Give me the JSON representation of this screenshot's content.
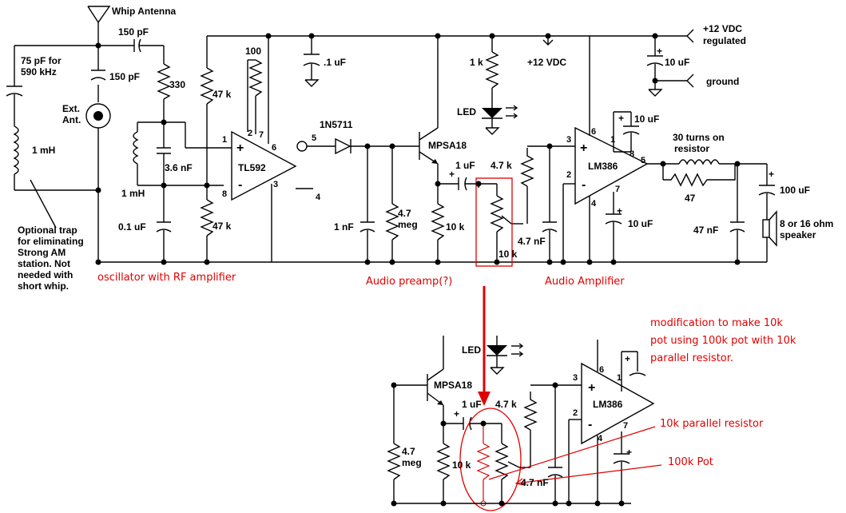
{
  "top": {
    "antenna": "Whip Antenna",
    "c150a": "150 pF",
    "c150b": "150 pF",
    "c75_1": "75 pF for",
    "c75_2": "590 kHz",
    "ext1": "Ext.",
    "ext2": "Ant.",
    "l1": "1 mH",
    "note": [
      "Optional trap",
      "for eliminating",
      "Strong AM",
      "station. Not",
      "needed with",
      "short whip."
    ],
    "r330": "330",
    "r100": "100",
    "r47k_a": "47 k",
    "r47k_b": "47 k",
    "c36": "3.6 nF",
    "l2": "1 mH",
    "c01": "0.1 uF",
    "ic1": "TL592",
    "ic1_pins": [
      "1",
      "2",
      "8",
      "7",
      "6",
      "3",
      "5",
      "4"
    ],
    "c1uf_top": ".1 uF",
    "diode": "1N5711",
    "c1nf": "1 nF",
    "r47meg_1": "4.7",
    "r47meg_2": "meg",
    "q1": "MPSA18",
    "r1k": "1 k",
    "led": "LED",
    "v12": "+12 VDC",
    "r10k": "10 k",
    "c1uf": "1 uF",
    "r47k_c": "4.7 k",
    "c47nf": "4.7 nF",
    "pot10k": "10 k",
    "ic2": "LM386",
    "ic2_pins": [
      "3",
      "2",
      "6",
      "1",
      "8",
      "4",
      "7",
      "5"
    ],
    "c10uf_a": "10 uF",
    "c10uf_b": "10 uF",
    "turns1": "30 turns on",
    "turns2": "resistor",
    "r47": "47",
    "c47n": "47 nF",
    "c100uf": "100 uF",
    "spk1": "8 or 16 ohm",
    "spk2": "speaker",
    "reg1": "+12 VDC",
    "reg2": "regulated",
    "c10uf_c": "10 uF",
    "ground": "ground"
  },
  "sections": {
    "osc": "oscillator with RF amplifier",
    "pre": "Audio preamp(?)",
    "amp": "Audio Amplifier"
  },
  "detail": {
    "led": "LED",
    "q1": "MPSA18",
    "c1uf": "1 uF",
    "r47k": "4.7 k",
    "r47meg_1": "4.7",
    "r47meg_2": "meg",
    "r10k": "10 k",
    "c47nf": "4.7 nF",
    "ic2": "LM386",
    "pins": [
      "3",
      "6",
      "1",
      "2",
      "7",
      "4"
    ],
    "note": [
      "modification to make 10k",
      "pot using 100k pot with 10k",
      "parallel resistor."
    ],
    "callout1": "10k parallel resistor",
    "callout2": "100k Pot"
  }
}
